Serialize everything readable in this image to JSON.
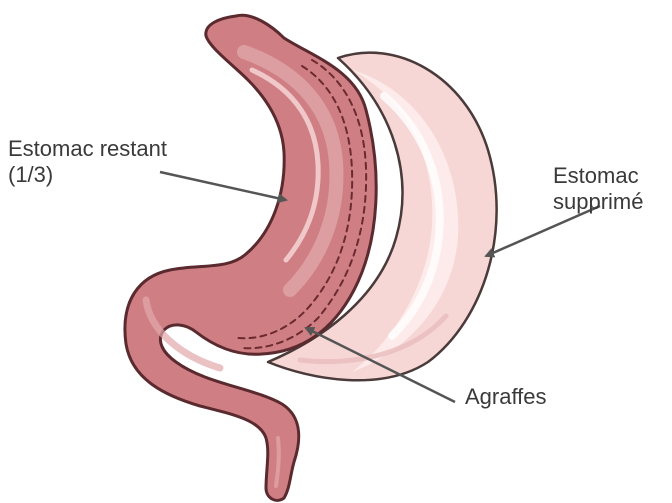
{
  "diagram": {
    "labels": {
      "remaining_stomach_line1": "Estomac restant",
      "remaining_stomach_line2": "(1/3)",
      "removed_stomach_line1": "Estomac",
      "removed_stomach_line2": "supprimé",
      "staples": "Agraffes"
    },
    "colors": {
      "remaining_stomach_fill": "#cf7f84",
      "remaining_stomach_outline": "#5a2a2e",
      "removed_stomach_fill": "#f6d7d6",
      "removed_stomach_outline": "#4a3a3a",
      "staple_line": "#6b2a30",
      "arrow": "#555555",
      "label_text": "#3a3a3a"
    },
    "icons": {
      "remaining_stomach": "remaining-stomach-icon",
      "removed_stomach": "removed-stomach-icon",
      "staple_line": "staple-line-icon"
    }
  }
}
